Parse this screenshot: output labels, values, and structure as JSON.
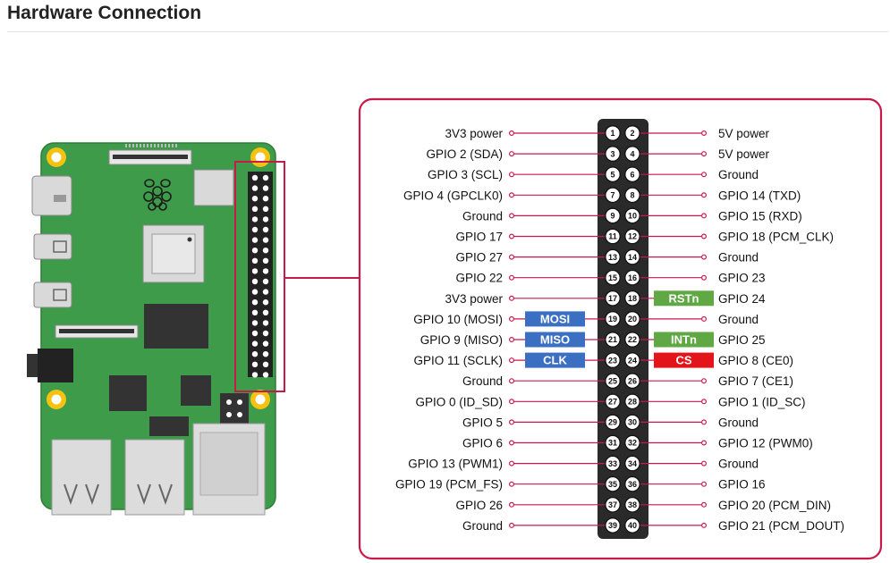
{
  "page": {
    "title": "Hardware Connection"
  },
  "colors": {
    "frame": "#c8194a",
    "board": "#3e9b4a",
    "board_edge": "#2e7d38",
    "mosi": "#3b6fc1",
    "miso": "#3b6fc1",
    "clk": "#3b6fc1",
    "rstn": "#5fa843",
    "intn": "#5fa843",
    "cs": "#e3151b"
  },
  "header": {
    "rows": [
      {
        "left": "3V3 power",
        "right": "5V power",
        "pins": [
          "1",
          "2"
        ]
      },
      {
        "left": "GPIO 2 (SDA)",
        "right": "5V power",
        "pins": [
          "3",
          "4"
        ]
      },
      {
        "left": "GPIO 3 (SCL)",
        "right": "Ground",
        "pins": [
          "5",
          "6"
        ]
      },
      {
        "left": "GPIO 4 (GPCLK0)",
        "right": "GPIO 14 (TXD)",
        "pins": [
          "7",
          "8"
        ]
      },
      {
        "left": "Ground",
        "right": "GPIO 15 (RXD)",
        "pins": [
          "9",
          "10"
        ]
      },
      {
        "left": "GPIO 17",
        "right": "GPIO 18 (PCM_CLK)",
        "pins": [
          "11",
          "12"
        ]
      },
      {
        "left": "GPIO 27",
        "right": "Ground",
        "pins": [
          "13",
          "14"
        ]
      },
      {
        "left": "GPIO 22",
        "right": "GPIO 23",
        "pins": [
          "15",
          "16"
        ]
      },
      {
        "left": "3V3 power",
        "right": "GPIO 24",
        "pins": [
          "17",
          "18"
        ]
      },
      {
        "left": "GPIO 10 (MOSI)",
        "right": "Ground",
        "pins": [
          "19",
          "20"
        ]
      },
      {
        "left": "GPIO 9 (MISO)",
        "right": "GPIO 25",
        "pins": [
          "21",
          "22"
        ]
      },
      {
        "left": "GPIO 11 (SCLK)",
        "right": "GPIO 8 (CE0)",
        "pins": [
          "23",
          "24"
        ]
      },
      {
        "left": "Ground",
        "right": "GPIO 7 (CE1)",
        "pins": [
          "25",
          "26"
        ]
      },
      {
        "left": "GPIO 0 (ID_SD)",
        "right": "GPIO 1 (ID_SC)",
        "pins": [
          "27",
          "28"
        ]
      },
      {
        "left": "GPIO 5",
        "right": "Ground",
        "pins": [
          "29",
          "30"
        ]
      },
      {
        "left": "GPIO 6",
        "right": "GPIO 12 (PWM0)",
        "pins": [
          "31",
          "32"
        ]
      },
      {
        "left": "GPIO 13 (PWM1)",
        "right": "Ground",
        "pins": [
          "33",
          "34"
        ]
      },
      {
        "left": "GPIO 19 (PCM_FS)",
        "right": "GPIO 16",
        "pins": [
          "35",
          "36"
        ]
      },
      {
        "left": "GPIO 26",
        "right": "GPIO 20 (PCM_DIN)",
        "pins": [
          "37",
          "38"
        ]
      },
      {
        "left": "Ground",
        "right": "GPIO 21 (PCM_DOUT)",
        "pins": [
          "39",
          "40"
        ]
      }
    ]
  },
  "tags": [
    {
      "text": "MOSI",
      "row": 9,
      "side": "left",
      "color": "#3b6fc1"
    },
    {
      "text": "MISO",
      "row": 10,
      "side": "left",
      "color": "#3b6fc1"
    },
    {
      "text": "CLK",
      "row": 11,
      "side": "left",
      "color": "#3b6fc1"
    },
    {
      "text": "RSTn",
      "row": 8,
      "side": "right",
      "color": "#5fa843"
    },
    {
      "text": "INTn",
      "row": 10,
      "side": "right",
      "color": "#5fa843"
    },
    {
      "text": "CS",
      "row": 11,
      "side": "right",
      "color": "#e3151b"
    }
  ]
}
